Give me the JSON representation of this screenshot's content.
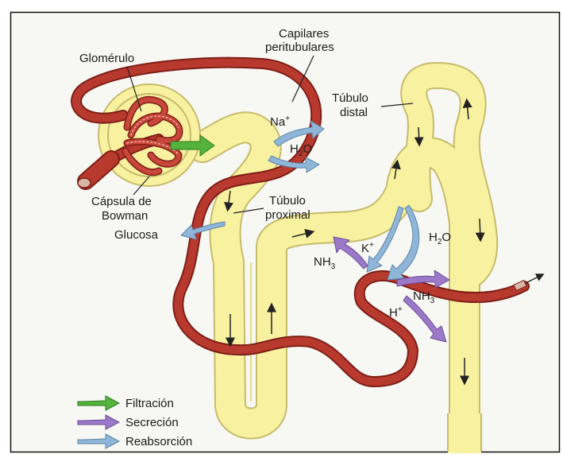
{
  "colors": {
    "background": "#f7f7f3",
    "tubule_fill": "#f8f1a0",
    "tubule_stroke": "#c7bc6c",
    "vessel_fill": "#b83a2e",
    "vessel_stroke": "#7e1e17",
    "filtration": "#53b33a",
    "secretion": "#9b79c8",
    "reabsorption": "#8fb6d8"
  },
  "labels": {
    "glomerulo": "Glomérulo",
    "capilares_1": "Capilares",
    "capilares_2": "peritubulares",
    "tubulo_distal_1": "Túbulo",
    "tubulo_distal_2": "distal",
    "capsula_1": "Cápsula de",
    "capsula_2": "Bowman",
    "tubulo_proximal_1": "Túbulo",
    "tubulo_proximal_2": "proximal",
    "glucosa": "Glucosa",
    "na": "Na",
    "na_sup": "+",
    "h2o_prox_h": "H",
    "h2o_prox_sub": "2",
    "h2o_prox_o": "O",
    "k": "K",
    "k_sup": "+",
    "nh3_left_nh": "NH",
    "nh3_left_sub": "3",
    "nh3_right_nh": "NH",
    "nh3_right_sub": "3",
    "h2o_dist_h": "H",
    "h2o_dist_sub": "2",
    "h2o_dist_o": "O",
    "h": "H",
    "h_sup": "+"
  },
  "legend": {
    "items": [
      {
        "label": "Filtración",
        "color": "green"
      },
      {
        "label": "Secreción",
        "color": "purple"
      },
      {
        "label": "Reabsorción",
        "color": "blue"
      }
    ]
  }
}
